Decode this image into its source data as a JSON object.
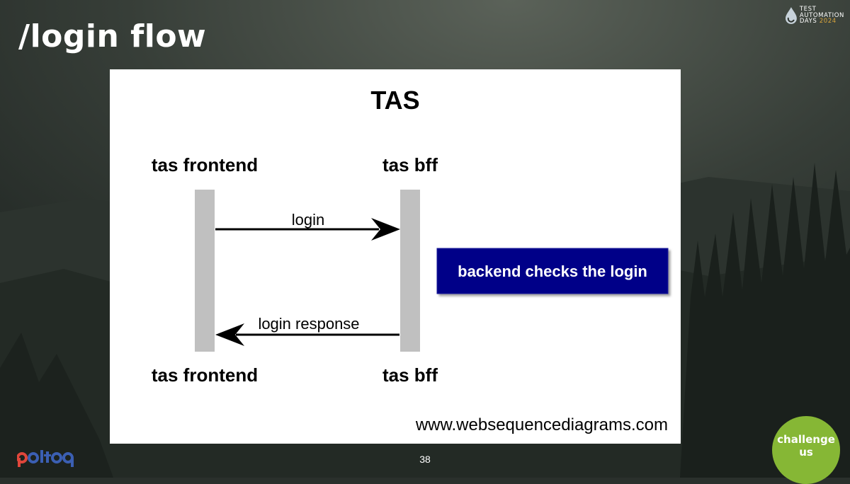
{
  "slide": {
    "title": "/login flow",
    "page_number": "38"
  },
  "event_logo": {
    "line1": "TEST",
    "line2": "AUTOMATION",
    "line3_prefix": "DAYS",
    "line3_year": "2024"
  },
  "diagram": {
    "title": "TAS",
    "participants": [
      {
        "name": "tas frontend"
      },
      {
        "name": "tas bff"
      }
    ],
    "messages": [
      {
        "from": "tas frontend",
        "to": "tas bff",
        "label": "login"
      },
      {
        "from": "tas bff",
        "to": "tas frontend",
        "label": "login response"
      }
    ],
    "note": {
      "text": "backend checks the login",
      "background_color": "#000088"
    },
    "watermark": "www.websequencediagrams.com"
  },
  "footer": {
    "brand_logo": "polteq",
    "badge_line1": "challenge",
    "badge_line2": "us"
  },
  "colors": {
    "lifeline": "#c0c0c0",
    "note_bg": "#000088",
    "badge_green": "#86b735",
    "event_accent": "#d9a53b"
  }
}
